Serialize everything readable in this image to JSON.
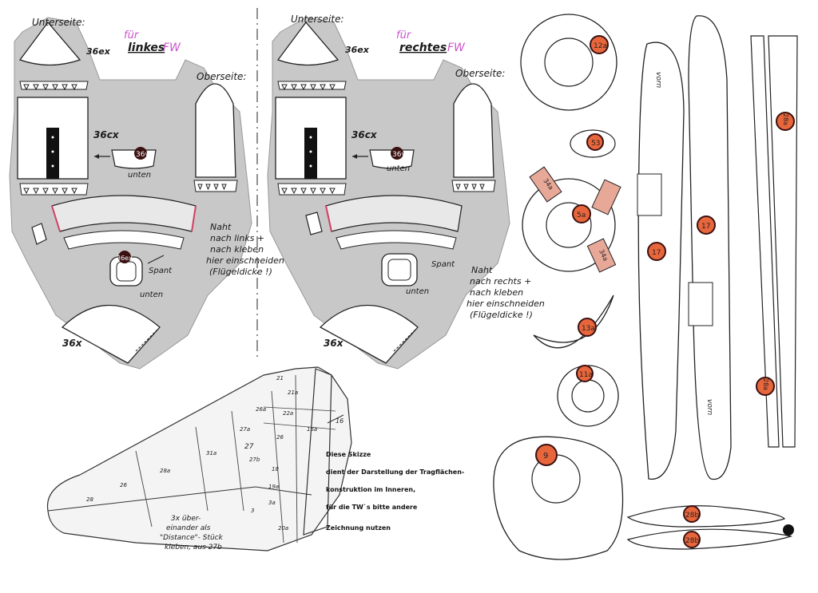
{
  "left_panel": {
    "underside_label": "Unterseite:",
    "for_label": "für",
    "side_label": "linkes",
    "fw_label": "FW",
    "upperside_label": "Oberseite:",
    "part_36ex": "36ex",
    "part_36cx": "36cx",
    "part_36x": "36x",
    "badge_36y": "36y",
    "badge_36ex": "36ex",
    "unten_1": "unten",
    "unten_2": "unten",
    "spant": "Spant",
    "seam_note": [
      "Naht",
      "nach links +",
      "nach kleben",
      "hier einschneiden",
      "(Flügeldicke !)"
    ]
  },
  "right_panel": {
    "underside_label": "Unterseite:",
    "for_label": "für",
    "side_label": "rechtes",
    "fw_label": "FW",
    "upperside_label": "Oberseite:",
    "part_36ex": "36ex",
    "part_36cx": "36cx",
    "part_36x": "36x",
    "badge_36y": "36y",
    "unten_1": "unten",
    "unten_2": "unten",
    "spant": "Spant",
    "seam_note": [
      "Naht",
      "nach rechts +",
      "nach kleben",
      "hier einschneiden",
      "(Flügeldicke !)"
    ]
  },
  "right_parts": {
    "vorn_top": "vorn",
    "vorn_bottom": "vorn",
    "badges": [
      "12a",
      "53",
      "5a",
      "34a",
      "34a",
      "17",
      "17",
      "13a",
      "11a",
      "9",
      "28a",
      "28a",
      "28b",
      "28b"
    ]
  },
  "wing_sketch": {
    "labels": [
      "21",
      "21a",
      "22a",
      "27a",
      "26a",
      "27",
      "27b",
      "18",
      "19a",
      "3",
      "26",
      "16",
      "16a",
      "31a",
      "28a",
      "26",
      "28",
      "3a",
      "20a"
    ],
    "stack_note": [
      "3x über-",
      "einander als",
      "\"Distance\"- Stück",
      "kleben, aus 27b"
    ],
    "description": [
      "Diese Skizze",
      "dient der Darstellung der Tragflächen-",
      "konstruktion im Inneren,",
      "für die TW`s bitte andere",
      "Zeichnung nutzen"
    ]
  },
  "colors": {
    "gray_panel": "#c8c8c8",
    "badge_orange": "#e8663c",
    "badge_dark": "#3a1010",
    "pink_text": "#cc55cc",
    "seam_red": "#d04060"
  }
}
